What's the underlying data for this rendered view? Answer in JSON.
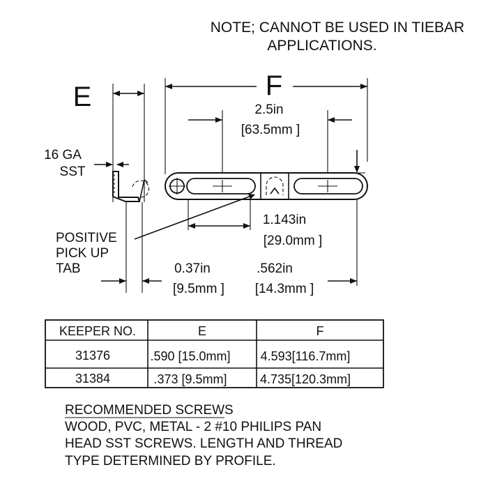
{
  "note": {
    "line1": "NOTE; CANNOT BE USED IN TIEBAR",
    "line2": "APPLICATIONS."
  },
  "dimension_labels": {
    "e": "E",
    "f": "F",
    "slot_spacing_in": "2.5in",
    "slot_spacing_mm": "[63.5mm ]",
    "gauge_line1": "16 GA",
    "gauge_line2": "SST",
    "pickup_line1": "POSITIVE",
    "pickup_line2": "PICK UP",
    "pickup_line3": "TAB",
    "tab_offset_in": "1.143in",
    "tab_offset_mm": "[29.0mm ]",
    "tab_width_in": "0.37in",
    "tab_width_mm": "[9.5mm ]",
    "end_offset_in": ".562in",
    "end_offset_mm": "[14.3mm ]"
  },
  "table": {
    "headers": [
      "KEEPER NO.",
      "E",
      "F"
    ],
    "rows": [
      [
        "31376",
        ".590 [15.0mm]",
        "4.593[116.7mm]"
      ],
      [
        "31384",
        ".373 [9.5mm]",
        "4.735[120.3mm]"
      ]
    ]
  },
  "screws": {
    "title": "RECOMMENDED SCREWS",
    "line1": "WOOD, PVC, METAL - 2 #10 PHILIPS PAN",
    "line2": "HEAD SST SCREWS. LENGTH AND THREAD",
    "line3": "TYPE DETERMINED BY PROFILE."
  }
}
